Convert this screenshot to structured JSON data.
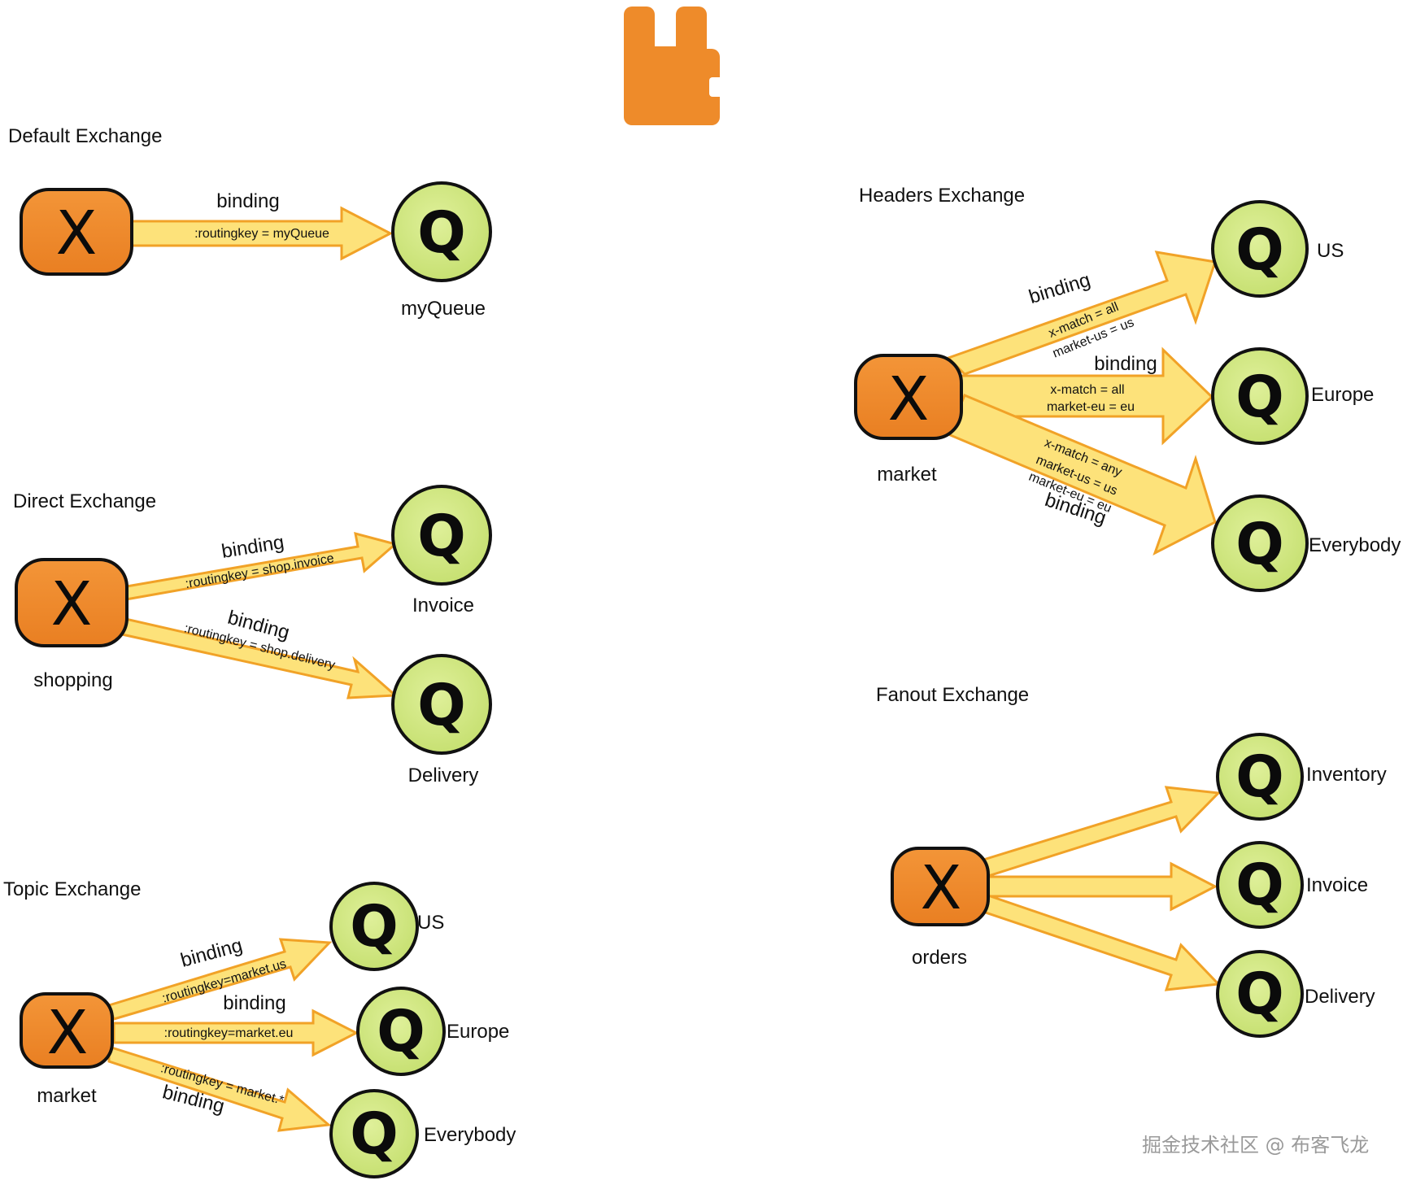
{
  "colors": {
    "exchange_fill": "#f0892b",
    "queue_fill": "#cde57b",
    "queue_stroke": "#1a1a1a",
    "arrow_fill": "#fde27a",
    "arrow_stroke": "#f1a227",
    "logo": "#ee8b2a"
  },
  "logo": {
    "icon": "rabbitmq-logo-icon"
  },
  "default_exchange": {
    "title": "Default Exchange",
    "exchange_symbol": "X",
    "queue_symbol": "Q",
    "binding_label": "binding",
    "routing_key": ":routingkey = myQueue",
    "queue_name": "myQueue"
  },
  "direct_exchange": {
    "title": "Direct Exchange",
    "exchange_symbol": "X",
    "exchange_name": "shopping",
    "queue_symbol": "Q",
    "bindings": [
      {
        "label": "binding",
        "routing_key": ":routingkey = shop.invoice",
        "queue": "Invoice"
      },
      {
        "label": "binding",
        "routing_key": ":routingkey = shop.delivery",
        "queue": "Delivery"
      }
    ]
  },
  "topic_exchange": {
    "title": "Topic Exchange",
    "exchange_symbol": "X",
    "exchange_name": "market",
    "queue_symbol": "Q",
    "bindings": [
      {
        "label": "binding",
        "routing_key": ":routingkey=market.us",
        "queue": "US"
      },
      {
        "label": "binding",
        "routing_key": ":routingkey=market.eu",
        "queue": "Europe"
      },
      {
        "label": "binding",
        "routing_key": ":routingkey = market.*",
        "queue": "Everybody"
      }
    ]
  },
  "headers_exchange": {
    "title": "Headers Exchange",
    "exchange_symbol": "X",
    "exchange_name": "market",
    "queue_symbol": "Q",
    "bindings": [
      {
        "label": "binding",
        "header_1": "x-match = all",
        "header_2": "market-us = us",
        "queue": "US"
      },
      {
        "label": "binding",
        "header_1": "x-match = all",
        "header_2": "market-eu = eu",
        "queue": "Europe"
      },
      {
        "label": "binding",
        "header_1": "x-match = any",
        "header_2": "market-us = us",
        "header_3": "market-eu = eu",
        "queue": "Everybody"
      }
    ]
  },
  "fanout_exchange": {
    "title": "Fanout Exchange",
    "exchange_symbol": "X",
    "exchange_name": "orders",
    "queue_symbol": "Q",
    "queues": [
      "Inventory",
      "Invoice",
      "Delivery"
    ]
  },
  "watermark": "掘金技术社区 @ 布客飞龙"
}
